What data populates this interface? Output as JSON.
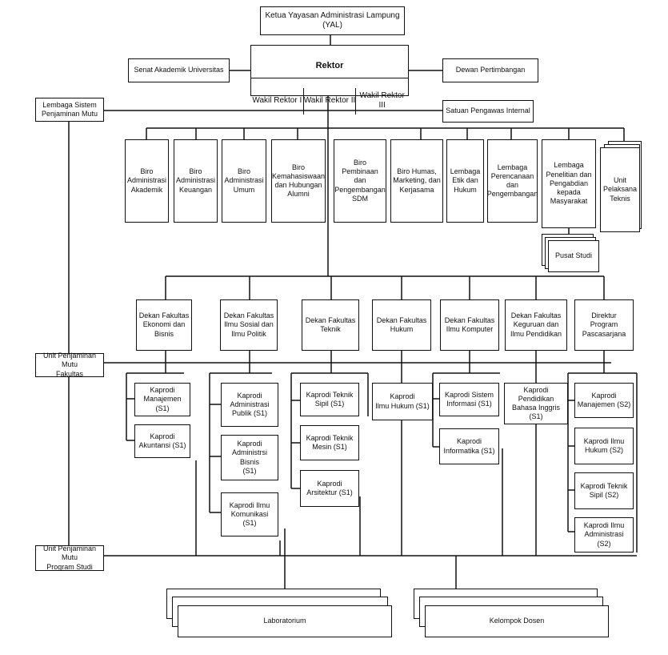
{
  "top": {
    "ketua": "Ketua Yayasan Administrasi Lampung (YAL)",
    "rektor": "Rektor",
    "wakil": [
      "Wakil Rektor I",
      "Wakil Rektor II",
      "Wakil Rektor III"
    ],
    "senat": "Senat Akademik Universitas",
    "dewan": "Dewan Pertimbangan",
    "lsp_mutu": "Lembaga Sistem\nPenjaminan Mutu",
    "spi": "Satuan Pengawas Internal"
  },
  "units": [
    "Biro\nAdministrasi\nAkademik",
    "Biro\nAdministrasi\nKeuangan",
    "Biro\nAdministrasi\nUmum",
    "Biro\nKemahasiswaan\ndan Hubungan\nAlumni",
    "Biro Pembinaan\ndan\nPengembangan\nSDM",
    "Biro Humas,\nMarketing, dan\nKerjasama",
    "Lembaga\nEtik dan\nHukum",
    "Lembaga\nPerencanaan\ndan\nPengembangan",
    "Lembaga\nPenelitian dan\nPengabdian\nkepada\nMasyarakat",
    "Unit\nPelaksana\nTeknis"
  ],
  "pusat_studi": "Pusat Studi",
  "deans": [
    "Dekan Fakultas\nEkonomi dan\nBisnis",
    "Dekan Fakultas\nIlmu Sosial dan\nIlmu Politik",
    "Dekan Fakultas\nTeknik",
    "Dekan Fakultas\nHukum",
    "Dekan Fakultas\nIlmu Komputer",
    "Dekan Fakultas\nKeguruan dan\nIlmu Pendidikan",
    "Direktur Program\nPascasarjana"
  ],
  "upm_fakultas": "Unit Penjaminan Mutu\nFakultas",
  "upm_prodi": "Unit Penjaminan Mutu\nProgram Studi",
  "kaprodi": {
    "feb": [
      "Kaprodi\nManajemen (S1)",
      "Kaprodi\nAkuntansi (S1)"
    ],
    "fisip": [
      "Kaprodi\nAdministrasi\nPublik (S1)",
      "Kaprodi\nAdministrsi Bisnis\n(S1)",
      "Kaprodi Ilmu\nKomunikasi (S1)"
    ],
    "ft": [
      "Kaprodi Teknik\nSipil (S1)",
      "Kaprodi Teknik\nMesin (S1)",
      "Kaprodi\nArsitektur (S1)"
    ],
    "fh": [
      "Kaprodi\nIlmu Hukum (S1)"
    ],
    "fik": [
      "Kaprodi Sistem\nInformasi (S1)",
      "Kaprodi\nInformatika (S1)"
    ],
    "fkip": [
      "Kaprodi Pendidikan\nBahasa Inggris\n(S1)"
    ],
    "pasca": [
      "Kaprodi\nManajemen (S2)",
      "Kaprodi Ilmu\nHukum (S2)",
      "Kaprodi Teknik\nSipil (S2)",
      "Kaprodi Ilmu\nAdministrasi (S2)"
    ]
  },
  "laboratorium": "Laboratorium",
  "kelompok_dosen": "Kelompok Dosen"
}
